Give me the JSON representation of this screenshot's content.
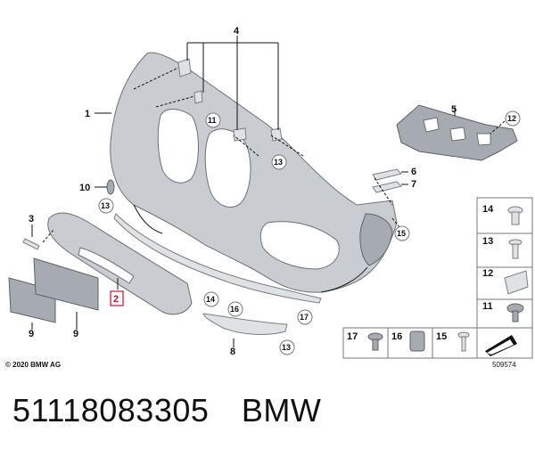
{
  "diagram": {
    "callouts": [
      "1",
      "2",
      "3",
      "4",
      "5",
      "6",
      "7",
      "8",
      "9",
      "9",
      "10"
    ],
    "circled_callouts": [
      "11",
      "12",
      "13",
      "13",
      "13",
      "14",
      "15",
      "16",
      "17"
    ],
    "highlighted_callout": "2"
  },
  "fastener_panel": {
    "right_column": [
      "14",
      "13",
      "12",
      "11"
    ],
    "bottom_row": [
      "17",
      "16",
      "15"
    ]
  },
  "footer": {
    "copyright": "© 2020 BMW AG",
    "drawing_number": "509574"
  },
  "caption": {
    "part_number": "51118083305",
    "brand": "BMW"
  },
  "colors": {
    "part_fill": "#c9cdd2",
    "highlight_red": "#c8102e"
  }
}
